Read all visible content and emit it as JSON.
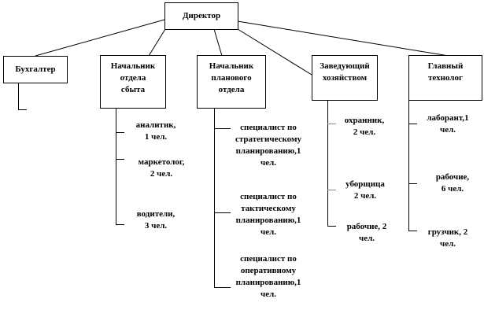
{
  "director": "Директор",
  "departments": [
    {
      "title": "Бухгалтер",
      "staff": []
    },
    {
      "title": "Начальник отдела сбыта",
      "staff": [
        "аналитик,\n1 чел.",
        "маркетолог,\n2 чел.",
        "водители,\n3 чел."
      ]
    },
    {
      "title": "Начальник планового отдела",
      "staff": [
        "специалист по стратегическому планированию,1 чел.",
        "специалист по тактическому планированию,1 чел.",
        "специалист по оперативному планированию,1 чел."
      ]
    },
    {
      "title": "Заведующий хозяйством",
      "staff": [
        "охранник,\n2 чел.",
        "уборщица\n2 чел.",
        "рабочие, 2 чел."
      ]
    },
    {
      "title": "Главный технолог",
      "staff": [
        "лаборант,1 чел.",
        "рабочие,\n6 чел.",
        "грузчик, 2 чел."
      ]
    }
  ]
}
